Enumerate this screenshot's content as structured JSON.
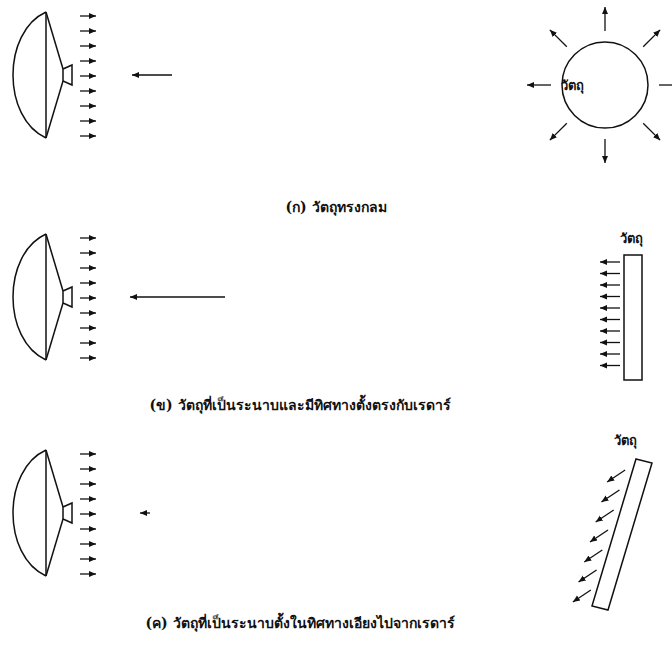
{
  "diagram": {
    "nodes": [
      {
        "text": [
          "วัตถุ"
        ]
      },
      {
        "text": [
          "วัตถุ"
        ]
      },
      {
        "text": [
          "วัตถุ"
        ]
      }
    ],
    "labels": [
      "(ก) วัตถุทรงกลม",
      "(ข) วัตถุที่เป็นระนาบและมีทิศทางตั้งตรงกับเรดาร์",
      "(ค) วัตถุที่เป็นระนาบตั้งในทิศทางเอียงไปจากเรดาร์"
    ]
  }
}
